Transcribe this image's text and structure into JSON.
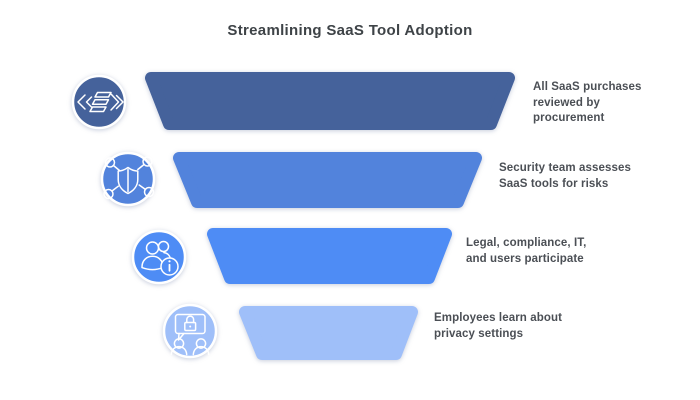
{
  "title": "Streamlining SaaS Tool Adoption",
  "background_color": "#ffffff",
  "title_color": "#3e4347",
  "label_text_color": "#4b4f55",
  "stages": [
    {
      "label": "All SaaS purchases\nreviewed by\nprocurement",
      "color": "#45629B",
      "icon": "exchange-arrows-icon"
    },
    {
      "label": "Security team assesses\nSaaS tools for risks",
      "color": "#5283DC",
      "icon": "shield-network-icon"
    },
    {
      "label": "Legal, compliance, IT,\nand users participate",
      "color": "#4E8CF5",
      "icon": "users-info-icon"
    },
    {
      "label": "Employees learn about\nprivacy settings",
      "color": "#9FBFF9",
      "icon": "privacy-chat-lock-icon"
    }
  ]
}
